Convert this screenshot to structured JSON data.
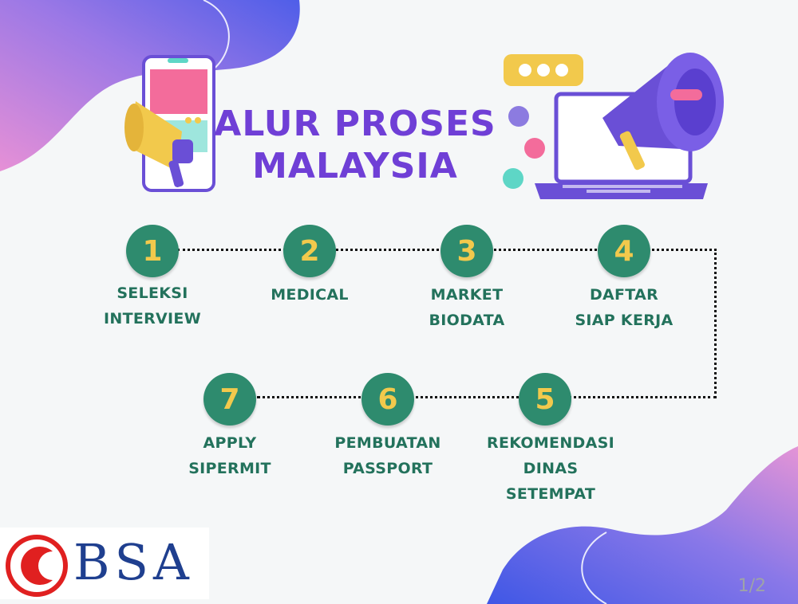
{
  "title": {
    "line1": "ALUR PROSES",
    "line2": "MALAYSIA"
  },
  "colors": {
    "title": "#6f3fd6",
    "step_circle": "#2e8b6e",
    "step_number": "#f2c94c",
    "step_label": "#23725c",
    "blob_pink": "#e08bd8",
    "blob_blue": "#5b63e8",
    "logo_red": "#e02020",
    "logo_navy": "#1f3f8f"
  },
  "steps": [
    {
      "number": "1",
      "lines": [
        "SELEKSI",
        "INTERVIEW"
      ]
    },
    {
      "number": "2",
      "lines": [
        "MEDICAL"
      ]
    },
    {
      "number": "3",
      "lines": [
        "MARKET",
        "BIODATA"
      ]
    },
    {
      "number": "4",
      "lines": [
        "DAFTAR",
        "SIAP KERJA"
      ]
    },
    {
      "number": "5",
      "lines": [
        "REKOMENDASI",
        "DINAS",
        "SETEMPAT"
      ]
    },
    {
      "number": "6",
      "lines": [
        "PEMBUATAN",
        "PASSPORT"
      ]
    },
    {
      "number": "7",
      "lines": [
        "APPLY",
        "SIPERMIT"
      ]
    }
  ],
  "logo": {
    "text": "BSA"
  },
  "page_indicator": "1/2",
  "icons": [
    "phone-megaphone-illustration",
    "laptop-megaphone-illustration",
    "chat-bubble-icon",
    "thumbs-up-icon",
    "bsa-logo-icon"
  ]
}
